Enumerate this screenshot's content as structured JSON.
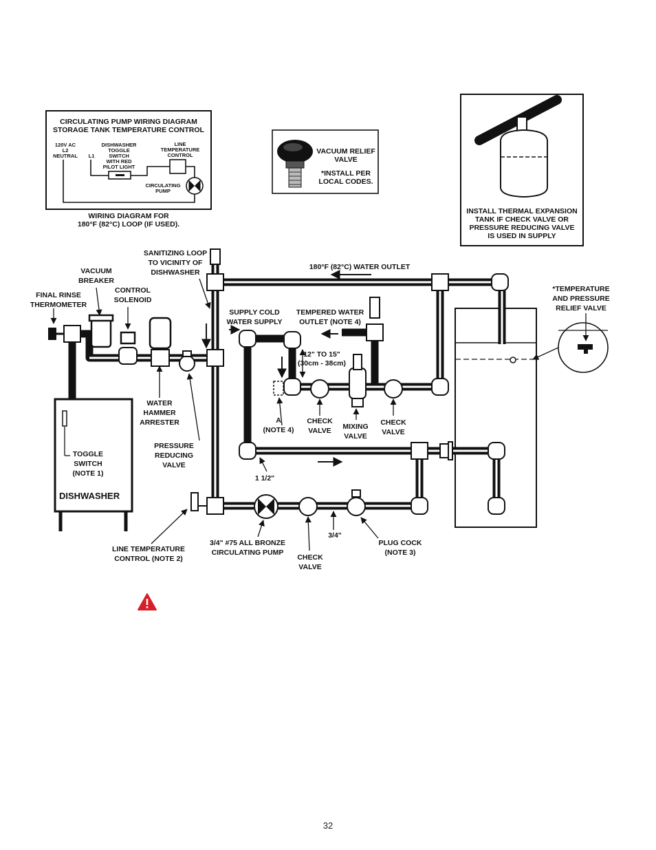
{
  "wiring_box": {
    "title_line1": "CIRCULATING PUMP WIRING DIAGRAM",
    "title_line2": "STORAGE TANK TEMPERATURE CONTROL",
    "power": [
      "120V AC",
      "L2",
      "NEUTRAL"
    ],
    "l1": "L1",
    "switch": [
      "DISHWASHER",
      "TOGGLE",
      "SWITCH",
      "WITH RED",
      "PILOT LIGHT"
    ],
    "line_control": [
      "LINE",
      "TEMPERATURE",
      "CONTROL"
    ],
    "pump": [
      "CIRCULATING",
      "PUMP"
    ],
    "caption": [
      "WIRING DIAGRAM FOR",
      "180°F (82°C) LOOP (IF USED)."
    ]
  },
  "vacuum_box": {
    "label": [
      "VACUUM RELIEF",
      "VALVE"
    ],
    "note": [
      "*INSTALL PER",
      "LOCAL CODES."
    ]
  },
  "expansion_box": {
    "caption": [
      "INSTALL THERMAL EXPANSION",
      "TANK IF CHECK VALVE OR",
      "PRESSURE REDUCING VALVE",
      "IS USED IN SUPPLY"
    ]
  },
  "labels": {
    "sanitizing_loop": [
      "SANITIZING LOOP",
      "TO VICINITY OF",
      "DISHWASHER"
    ],
    "vacuum_breaker": [
      "VACUUM",
      "BREAKER"
    ],
    "final_rinse": [
      "FINAL RINSE",
      "THERMOMETER"
    ],
    "control_solenoid": [
      "CONTROL",
      "SOLENOID"
    ],
    "water_outlet": "180°F (82°C) WATER OUTLET",
    "tp_relief": [
      "*TEMPERATURE",
      "AND PRESSURE",
      "RELIEF VALVE"
    ],
    "supply_cold": [
      "SUPPLY COLD",
      "WATER SUPPLY"
    ],
    "tempered_outlet": [
      "TEMPERED WATER",
      "OUTLET (NOTE 4)"
    ],
    "distance": [
      "12\" TO 15\"",
      "(30cm - 38cm)"
    ],
    "water_hammer": [
      "WATER",
      "HAMMER",
      "ARRESTER"
    ],
    "pressure_reducing": [
      "PRESSURE",
      "REDUCING",
      "VALVE"
    ],
    "note_a": [
      "A",
      "(NOTE 4)"
    ],
    "check_valve_1": [
      "CHECK",
      "VALVE"
    ],
    "mixing_valve": [
      "MIXING",
      "VALVE"
    ],
    "check_valve_2": [
      "CHECK",
      "VALVE"
    ],
    "toggle_switch": [
      "TOGGLE",
      "SWITCH",
      "(NOTE 1)"
    ],
    "dishwasher": "DISHWASHER",
    "pipe_size_large": "1 1/2\"",
    "line_temp_control": [
      "LINE TEMPERATURE",
      "CONTROL (NOTE 2)"
    ],
    "circ_pump": [
      "3/4\" #75 ALL BRONZE",
      "CIRCULATING PUMP"
    ],
    "check_valve_3": [
      "CHECK",
      "VALVE"
    ],
    "pipe_size_small": "3/4\"",
    "plug_cock": [
      "PLUG COCK",
      "(NOTE 3)"
    ]
  },
  "colors": {
    "warning": "#d62027",
    "ink": "#111111"
  },
  "icons": [
    "warning-icon"
  ],
  "page_number": "32"
}
